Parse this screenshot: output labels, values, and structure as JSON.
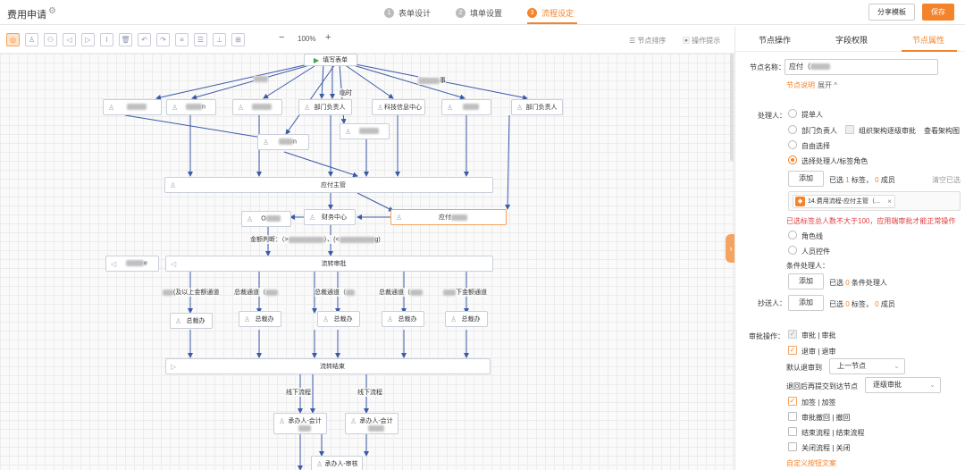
{
  "header": {
    "title": "费用申请",
    "steps": [
      {
        "num": "1",
        "label": "表单设计"
      },
      {
        "num": "2",
        "label": "填单设置"
      },
      {
        "num": "3",
        "label": "流程设定"
      }
    ],
    "share_label": "分享模板",
    "save_label": "保存"
  },
  "toolbar": {
    "zoom_out": "−",
    "zoom_level": "100%",
    "zoom_in": "+",
    "node_sort": "节点排序",
    "op_tips": "操作提示"
  },
  "flow": {
    "start_label": "填写表单",
    "n_dept_head": "部门负责人",
    "n_tech_center": "科技信息中心",
    "n_dept_head2": "部门负责人",
    "n_ap_supervisor": "应付主管",
    "n_finance_center": "财务中心",
    "n_ap": "应付",
    "n_approve": "流转审批",
    "n_gm1": "总裁办",
    "n_gm2": "总裁办",
    "n_gm3": "总裁办",
    "n_gm4": "总裁办",
    "n_gm5": "总裁办",
    "n_end": "流转结束",
    "n_handler1_line1": "承办人-会计",
    "n_handler2_line1": "承办人-会计",
    "n_handler_review": "承办人-审核",
    "n_partial_m": "n",
    "n_partial_o": "O",
    "n_partial_e": "e",
    "lbl_linshi": "临时",
    "lbl_shi": "事",
    "lbl_amount": "金额判断：（>",
    "lbl_amount_mid": "）、(<",
    "lbl_amount_end": "g)",
    "lbl_ch1": "(及以上金额通道",
    "lbl_ch2": "总裁通道（",
    "lbl_ch3": "总裁通道（",
    "lbl_ch4": "总裁通道（",
    "lbl_ch5": "下金额通道",
    "lbl_offline1": "线下流程",
    "lbl_offline2": "线下流程"
  },
  "panel": {
    "tabs": [
      "节点操作",
      "字段权限",
      "节点属性"
    ],
    "node_name_label": "节点名称：",
    "node_name_value": "应付（",
    "node_desc_link": "节点说明",
    "node_desc_toggle": "展开 ^",
    "handler_label": "处理人：",
    "opt_submitter": "提单人",
    "opt_dept_head": "部门负责人",
    "opt_org_level": "组织架构逐级审批",
    "opt_view_org": "查看架构图",
    "opt_free": "自由选择",
    "opt_select_role": "选择处理人/标签角色",
    "add_label": "添加",
    "sel_prefix": "已选",
    "sel_tags_count": "1",
    "sel_tags_unit": "标签，",
    "sel_members_count": "0",
    "sel_members_unit": "成员",
    "clear_selected": "清空已选",
    "tag_text": "14.费用流程-应付主管（...",
    "tag_close": "×",
    "warning": "已选标签总人数不大于100，应用端审批才能正常操作",
    "opt_role_line": "角色线",
    "opt_person_ctrl": "人员控件",
    "cond_handler_label": "条件处理人：",
    "add_label2": "添加",
    "cond_sel_prefix": "已选",
    "cond_sel_count": "0",
    "cond_sel_unit": "条件处理人",
    "cc_label": "抄送人：",
    "add_label3": "添加",
    "cc_sel_prefix": "已选",
    "cc_tags_count": "0",
    "cc_tags_unit": "标签，",
    "cc_members_count": "0",
    "cc_members_unit": "成员",
    "approve_ops_label": "审批操作：",
    "op_approve": "审批 | 审批",
    "op_return": "退审 | 退审",
    "default_return_label": "默认退审到",
    "default_return_value": "上一节点",
    "resubmit_label": "退回后再提交到达节点",
    "resubmit_value": "逐级审批",
    "op_addsign": "加签 | 加签",
    "op_withdraw": "审批撤回 | 撤回",
    "op_end": "结束流程 | 结束流程",
    "op_close": "关闭流程 | 关闭",
    "custom_btn_text": "自定义按钮文案"
  },
  "colors": {
    "accent": "#f4842c",
    "edge": "#3b5aa8",
    "warning": "#e03c3c"
  }
}
